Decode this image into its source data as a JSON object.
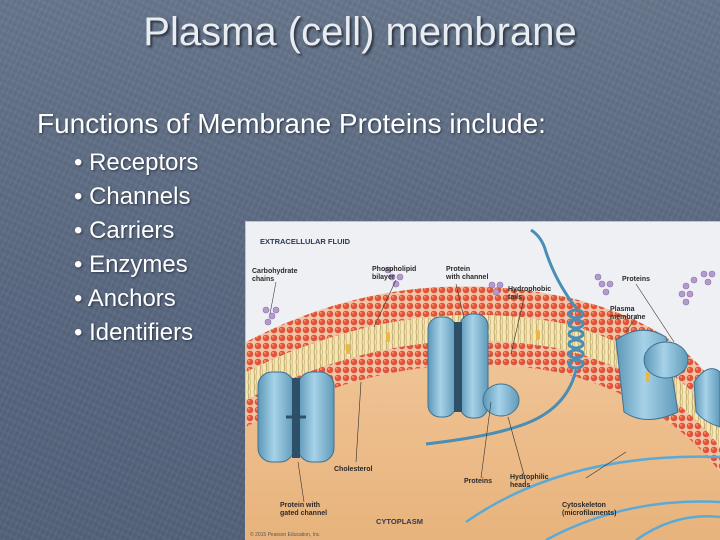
{
  "slide": {
    "title": "Plasma (cell) membrane",
    "heading": "Functions of Membrane Proteins include:",
    "functions": [
      "• Receptors",
      "• Channels",
      "• Carriers",
      "• Enzymes",
      "• Anchors",
      "• Identifiers"
    ]
  },
  "figure": {
    "regions": {
      "top": "EXTRACELLULAR FLUID",
      "bottom": "CYTOPLASM"
    },
    "labels": {
      "carbohydrate_chains": "Carbohydrate\nchains",
      "phospholipid_bilayer": "Phospholipid\nbilayer",
      "protein_with_channel": "Protein\nwith channel",
      "hydrophobic_tails": "Hydrophobic\ntails",
      "proteins_top": "Proteins",
      "plasma_membrane": "Plasma\nmembrane",
      "cholesterol": "Cholesterol",
      "proteins_bottom": "Proteins",
      "hydrophilic_heads": "Hydrophilic\nheads",
      "cytoskeleton": "Cytoskeleton\n(microfilaments)",
      "protein_gated_channel": "Protein with\ngated channel"
    },
    "credit": "© 2015 Pearson Education, Inc.",
    "colors": {
      "heads": "#e0553a",
      "tails": "#f4d05a",
      "proteins": "#7fb6d4",
      "carbohydrates": "#b59ad0",
      "cytoskeleton": "#5aaad8"
    }
  }
}
